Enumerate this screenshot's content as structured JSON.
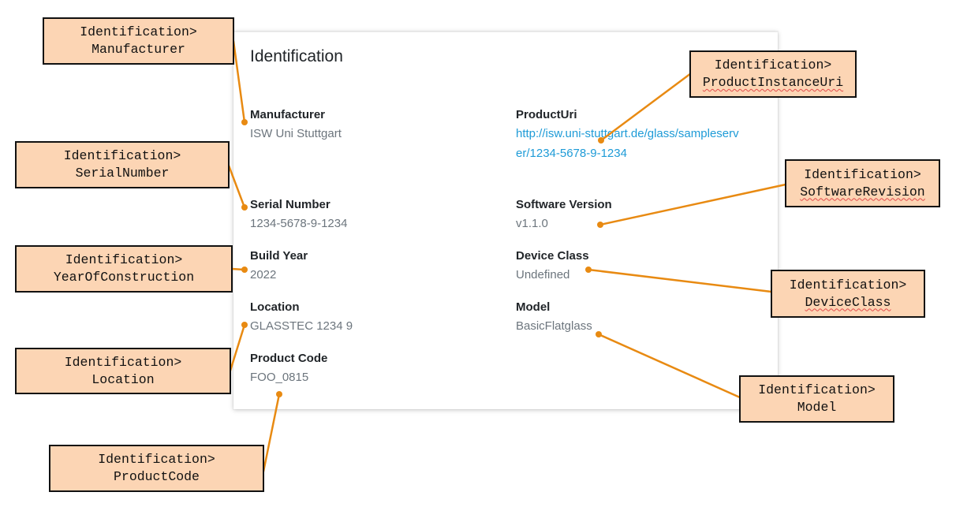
{
  "card": {
    "title": "Identification",
    "fields": {
      "manufacturer": {
        "label": "Manufacturer",
        "value": "ISW Uni Stuttgart"
      },
      "product_uri": {
        "label": "ProductUri",
        "value": "http://isw.uni-stuttgart.de/glass/sampleserver/1234-5678-9-1234"
      },
      "serial_number": {
        "label": "Serial Number",
        "value": "1234-5678-9-1234"
      },
      "software_version": {
        "label": "Software Version",
        "value": "v1.1.0"
      },
      "build_year": {
        "label": "Build Year",
        "value": "2022"
      },
      "device_class": {
        "label": "Device Class",
        "value": "Undefined"
      },
      "location": {
        "label": "Location",
        "value": "GLASSTEC 1234 9"
      },
      "model": {
        "label": "Model",
        "value": "BasicFlatglass"
      },
      "product_code": {
        "label": "Product Code",
        "value": "FOO_0815"
      }
    }
  },
  "callouts": {
    "manufacturer": {
      "line1": "Identification>",
      "line2": "Manufacturer"
    },
    "serial_number": {
      "line1": "Identification>",
      "line2": "SerialNumber"
    },
    "year_of_construction": {
      "line1": "Identification>",
      "line2": "YearOfConstruction"
    },
    "location": {
      "line1": "Identification>",
      "line2": "Location"
    },
    "product_code": {
      "line1": "Identification>",
      "line2": "ProductCode"
    },
    "product_instance_uri": {
      "line1": "Identification>",
      "line2": "ProductInstanceUri"
    },
    "software_revision": {
      "line1": "Identification>",
      "line2": "SoftwareRevision"
    },
    "device_class": {
      "line1": "Identification>",
      "line2": "DeviceClass"
    },
    "model": {
      "line1": "Identification>",
      "line2": "Model"
    }
  },
  "colors": {
    "callout_fill": "#fcd5b4",
    "connector": "#e88a12",
    "link": "#1e9bd7",
    "spellcheck_underline": "#e24b4b"
  }
}
